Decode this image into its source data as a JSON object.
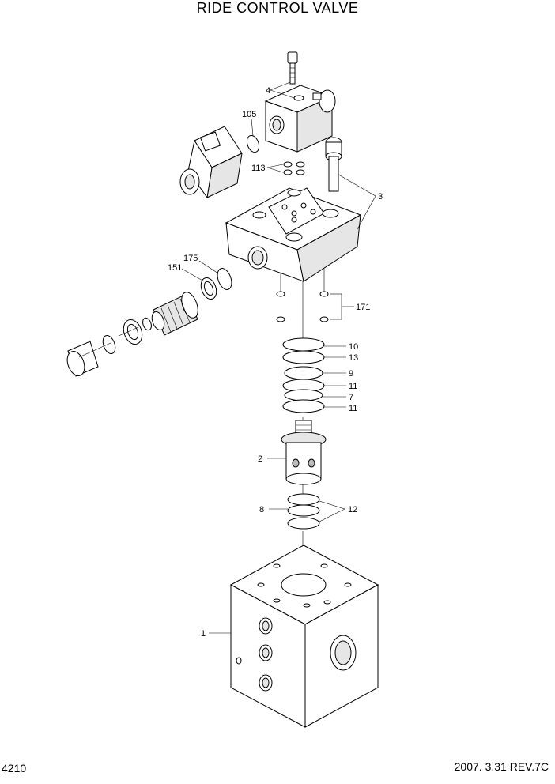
{
  "title": "RIDE CONTROL VALVE",
  "page_number": "4210",
  "revision": "2007. 3.31  REV.7C",
  "callouts": {
    "c1": "1",
    "c2": "2",
    "c3": "3",
    "c4": "4",
    "c7": "7",
    "c8": "8",
    "c9": "9",
    "c10": "10",
    "c11a": "11",
    "c11b": "11",
    "c12": "12",
    "c13": "13",
    "c105": "105",
    "c113": "113",
    "c151": "151",
    "c171": "171",
    "c175": "175"
  }
}
